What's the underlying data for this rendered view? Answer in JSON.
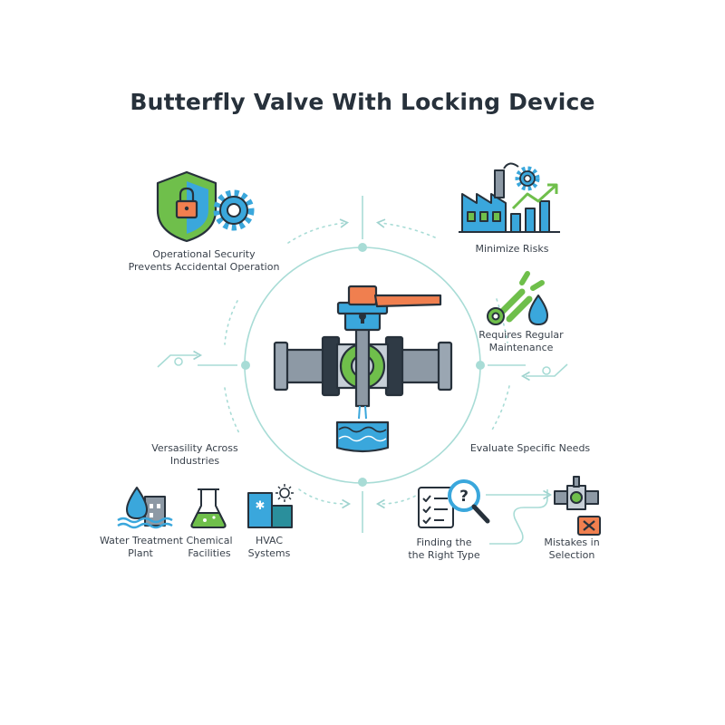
{
  "title": "Butterfly Valve With Locking Device",
  "colors": {
    "teal": "#2a8f9c",
    "ring": "#9fd3cf",
    "blue": "#3aa7dc",
    "green": "#6fbf4b",
    "orange": "#f07f4f",
    "gray": "#8a96a3",
    "dark": "#27313b"
  },
  "nodes": {
    "security": {
      "line1": "Operational Security",
      "line2": "Prevents Accidental Operation",
      "icons": [
        "shield-lock-icon",
        "gear-icon"
      ]
    },
    "risks": {
      "line1": "Minimize Risks",
      "icons": [
        "factory-icon",
        "growth-chart-icon"
      ]
    },
    "maintenance": {
      "line1": "Requires Regular",
      "line2": "Maintenance",
      "icons": [
        "wrench-droplet-icon"
      ]
    },
    "needs": {
      "line1": "Evaluate Specific Needs"
    },
    "versatility": {
      "line1": "Versasility Across",
      "line2": "Industries"
    },
    "industries": [
      {
        "line1": "Water Treatment",
        "line2": "Plant",
        "icon": "water-plant-icon"
      },
      {
        "line1": "Chemical",
        "line2": "Facilities",
        "icon": "flask-icon"
      },
      {
        "line1": "HVAC",
        "line2": "Systems",
        "icon": "hvac-building-icon"
      }
    ],
    "finding": {
      "line1": "Finding the",
      "line2": "the Right Type",
      "icon": "checklist-magnifier-icon"
    },
    "mistakes": {
      "line1": "Mistakes in",
      "line2": "Selection",
      "icon": "valve-error-icon"
    }
  }
}
